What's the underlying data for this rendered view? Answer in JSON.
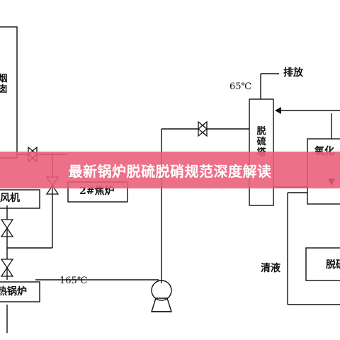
{
  "labels": {
    "chimney": "烟囱",
    "exhaust": "排放",
    "temp_top": "65℃",
    "temp_bottom": "165℃",
    "fan": "鼓风机",
    "coke_oven": "2#焦炉",
    "tower": "脱硫塔",
    "oxidation": "氧化",
    "clear_liquid": "清液",
    "desulf_tank": "脱硫",
    "boiler": "余热锅炉"
  },
  "banner": {
    "title": "最新锅炉脱硫脱硝规范深度解读",
    "color": "#e95c78"
  },
  "colors": {
    "line": "#111111",
    "background": "#ffffff"
  }
}
